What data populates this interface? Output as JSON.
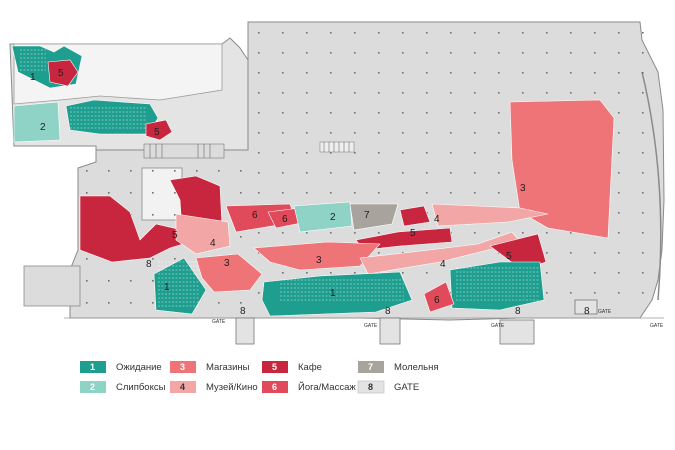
{
  "colors": {
    "waiting": "#1e9e8f",
    "sleepbox": "#8fd3c6",
    "shops": "#ee7478",
    "museum": "#f2a6a6",
    "cafe": "#c8263e",
    "yoga": "#e04a5a",
    "prayer": "#a8a39c",
    "gate": "#e3e3e3",
    "building": "#dcdcdc",
    "outline": "#8a8a8a"
  },
  "zones": [
    {
      "id": "z1a",
      "num": "1",
      "type": "waiting"
    },
    {
      "id": "z2a",
      "num": "2",
      "type": "sleepbox"
    },
    {
      "id": "z5a",
      "num": "5",
      "type": "cafe"
    },
    {
      "id": "z5b",
      "num": "5",
      "type": "cafe"
    },
    {
      "id": "z3big",
      "num": "3",
      "type": "shops"
    },
    {
      "id": "z5c",
      "num": "5",
      "type": "cafe"
    },
    {
      "id": "z4a",
      "num": "4",
      "type": "museum"
    },
    {
      "id": "z6a",
      "num": "6",
      "type": "yoga"
    },
    {
      "id": "z6b",
      "num": "6",
      "type": "yoga"
    },
    {
      "id": "z2b",
      "num": "2",
      "type": "sleepbox"
    },
    {
      "id": "z7",
      "num": "7",
      "type": "prayer"
    },
    {
      "id": "z4b",
      "num": "4",
      "type": "museum"
    },
    {
      "id": "z5d",
      "num": "5",
      "type": "cafe"
    },
    {
      "id": "z3a",
      "num": "3",
      "type": "shops"
    },
    {
      "id": "z3b",
      "num": "3",
      "type": "shops"
    },
    {
      "id": "z4c",
      "num": "4",
      "type": "museum"
    },
    {
      "id": "z5e",
      "num": "5",
      "type": "cafe"
    },
    {
      "id": "z1b",
      "num": "1",
      "type": "waiting"
    },
    {
      "id": "z1c",
      "num": "1",
      "type": "waiting"
    },
    {
      "id": "z6c",
      "num": "6",
      "type": "yoga"
    },
    {
      "id": "z8a",
      "num": "8",
      "type": "gate"
    },
    {
      "id": "z8b",
      "num": "8",
      "type": "gate"
    },
    {
      "id": "z8c",
      "num": "8",
      "type": "gate"
    },
    {
      "id": "z8d",
      "num": "8",
      "type": "gate"
    },
    {
      "id": "z8e",
      "num": "8",
      "type": "gate"
    }
  ],
  "gate_labels": [
    "GATE",
    "GATE",
    "GATE",
    "GATE",
    "GATE"
  ],
  "legend": [
    {
      "num": "1",
      "label": "Ожидание",
      "type": "waiting"
    },
    {
      "num": "2",
      "label": "Слипбоксы",
      "type": "sleepbox"
    },
    {
      "num": "3",
      "label": "Магазины",
      "type": "shops"
    },
    {
      "num": "4",
      "label": "Музей/Кино",
      "type": "museum"
    },
    {
      "num": "5",
      "label": "Кафе",
      "type": "cafe"
    },
    {
      "num": "6",
      "label": "Йога/Массаж",
      "type": "yoga"
    },
    {
      "num": "7",
      "label": "Молельня",
      "type": "prayer"
    },
    {
      "num": "8",
      "label": "GATE",
      "type": "gate"
    }
  ]
}
